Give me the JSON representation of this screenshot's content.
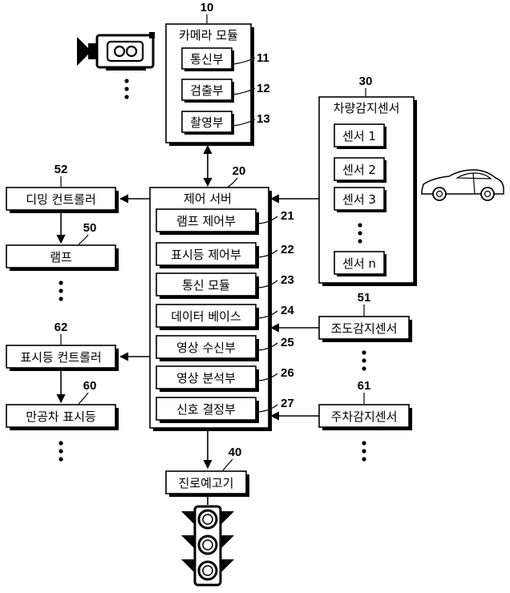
{
  "camera_module": {
    "ref": "10",
    "title": "카메라 모듈",
    "items": [
      {
        "label": "통신부",
        "ref": "11"
      },
      {
        "label": "검출부",
        "ref": "12"
      },
      {
        "label": "촬영부",
        "ref": "13"
      }
    ]
  },
  "vehicle_sensor": {
    "ref": "30",
    "title": "차량감지센서",
    "items": [
      "센서 1",
      "센서 2",
      "센서 3",
      "센서 n"
    ]
  },
  "control_server": {
    "ref": "20",
    "title": "제어 서버",
    "items": [
      {
        "label": "램프 제어부",
        "ref": "21"
      },
      {
        "label": "표시등 제어부",
        "ref": "22"
      },
      {
        "label": "통신 모듈",
        "ref": "23"
      },
      {
        "label": "데이터 베이스",
        "ref": "24"
      },
      {
        "label": "영상 수신부",
        "ref": "25"
      },
      {
        "label": "영상 분석부",
        "ref": "26"
      },
      {
        "label": "신호 결정부",
        "ref": "27"
      }
    ]
  },
  "dimming_controller": {
    "ref": "52",
    "label": "디밍 컨트롤러"
  },
  "lamp": {
    "ref": "50",
    "label": "램프"
  },
  "indicator_controller": {
    "ref": "62",
    "label": "표시등 컨트롤러"
  },
  "full_parking_indicator": {
    "ref": "60",
    "label": "만공차 표시등"
  },
  "illumination_sensor": {
    "ref": "51",
    "label": "조도감지센서"
  },
  "parking_sensor": {
    "ref": "61",
    "label": "주차감지센서"
  },
  "route_indicator": {
    "ref": "40",
    "label": "진로예고기"
  },
  "colors": {
    "line": "#000000",
    "background": "#ffffff"
  }
}
